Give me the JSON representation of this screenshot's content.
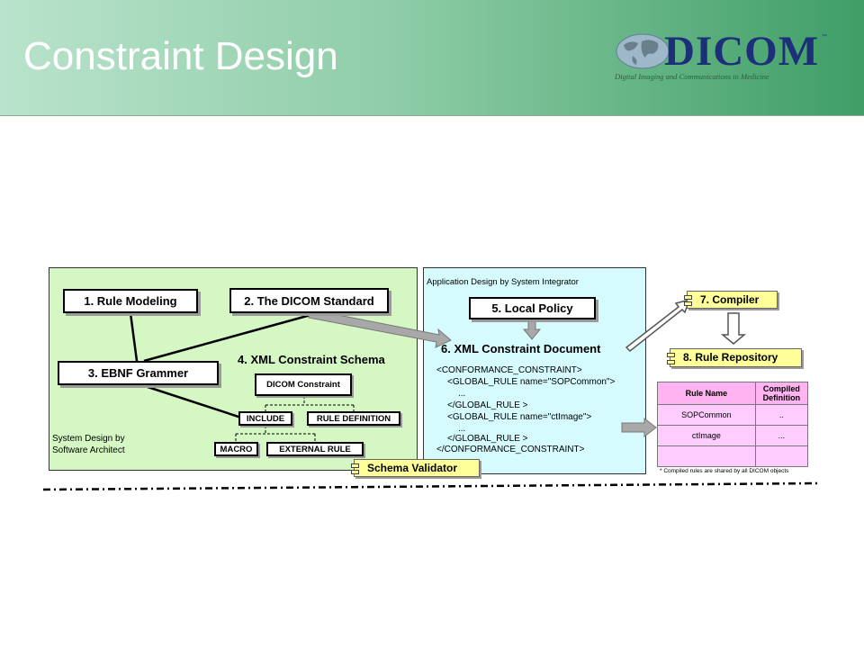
{
  "header": {
    "title": "Constraint Design"
  },
  "logo": {
    "wordmark": "DICOM",
    "trademark": "™",
    "tagline": "Digital Imaging and Communications in Medicine"
  },
  "colors": {
    "header_green": "#3f9e66",
    "left_panel": "#d4f7c4",
    "mid_panel": "#d6fbff",
    "component_yellow": "#ffff99",
    "table_pink": "#ffccff"
  },
  "left_panel": {
    "caption_line1": "System Design by",
    "caption_line2": "Software Architect",
    "rule_modeling": "1. Rule Modeling",
    "dicom_standard": "2. The DICOM Standard",
    "ebnf": "3. EBNF Grammer",
    "xml_schema": "4. XML Constraint Schema",
    "dicom_constraint": "DICOM Constraint",
    "include": "INCLUDE",
    "rule_definition": "RULE DEFINITION",
    "macro": "MACRO",
    "external_rule": "EXTERNAL RULE",
    "schema_validator": "Schema Validator"
  },
  "mid_panel": {
    "caption": "Application Design by System Integrator",
    "local_policy": "5. Local Policy",
    "xml_document": "6. XML Constraint Document",
    "xml_lines": [
      "<CONFORMANCE_CONSTRAINT>",
      "<GLOBAL_RULE name=\"SOPCommon\">",
      "...",
      "</GLOBAL_RULE >",
      "<GLOBAL_RULE name=\"ctImage\">",
      "...",
      "</GLOBAL_RULE >",
      "</CONFORMANCE_CONSTRAINT>"
    ]
  },
  "right": {
    "compiler": "7. Compiler",
    "repository": "8. Rule Repository",
    "table": {
      "headers": [
        "Rule Name",
        "Compiled Definition"
      ],
      "rows": [
        [
          "SOPCommon",
          ".."
        ],
        [
          "ctImage",
          "..."
        ]
      ]
    },
    "footnote": "* Compiled rules are shared by all DICOM objects"
  }
}
